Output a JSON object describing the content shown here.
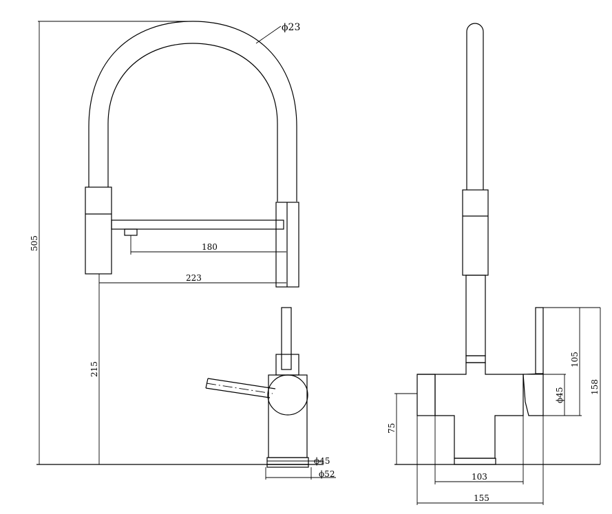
{
  "drawing": {
    "front_view": {
      "total_height": "505",
      "hose_diameter": "ϕ23",
      "spout_reach_short": "180",
      "spout_reach_long": "223",
      "base_to_outlet_height": "215",
      "base_diameter_inner": "ϕ45",
      "base_diameter_outer": "ϕ52"
    },
    "side_view": {
      "body_diameter": "ϕ45",
      "handle_height": "105",
      "overall_side_height": "158",
      "base_height": "75",
      "inner_width": "103",
      "overall_width": "155"
    }
  }
}
